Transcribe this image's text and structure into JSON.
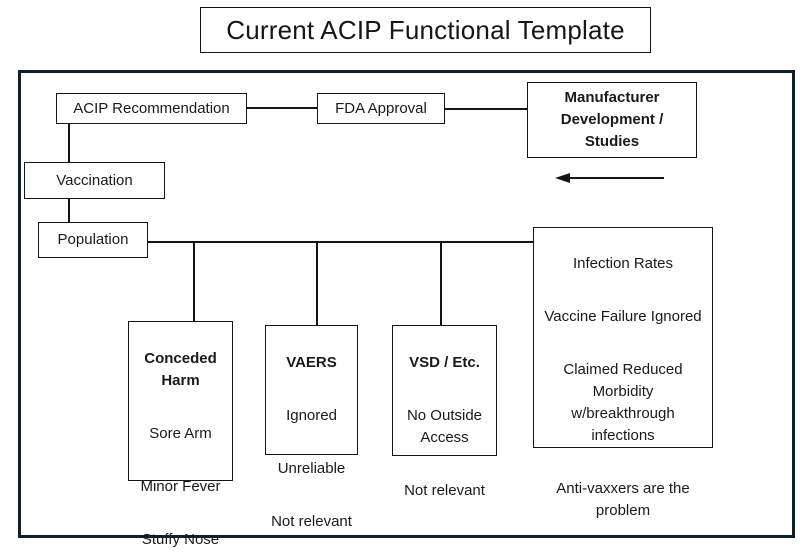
{
  "page": {
    "title_banner": "Current ACIP Functional Template"
  },
  "colors": {
    "outer_frame_border": "#0c2231",
    "box_border": "#161616",
    "connector": "#141414",
    "background": "#ffffff",
    "text": "#1a1a1a"
  },
  "boxes": {
    "acip": {
      "label": "ACIP Recommendation"
    },
    "fda": {
      "label": "FDA Approval"
    },
    "manufacturer": {
      "label": "Manufacturer\nDevelopment /\nStudies"
    },
    "vaccination": {
      "label": "Vaccination"
    },
    "population": {
      "label": "Population"
    },
    "conceded_harm": {
      "heading": "Conceded\nHarm",
      "items": [
        "Sore Arm",
        "Minor Fever",
        "Stuffy Nose"
      ]
    },
    "vaers": {
      "heading": "VAERS",
      "items": [
        "Ignored",
        "Unreliable",
        "Not relevant"
      ]
    },
    "vsd": {
      "heading": "VSD / Etc.",
      "items": [
        "No Outside\nAccess",
        "Not relevant"
      ]
    },
    "outcomes": {
      "items": [
        "Infection Rates",
        "Vaccine Failure Ignored",
        "Claimed Reduced\nMorbidity\nw/breakthrough\ninfections",
        "Anti-vaxxers are the\nproblem"
      ]
    }
  },
  "icons": {
    "feedback_arrow_direction": "left"
  }
}
